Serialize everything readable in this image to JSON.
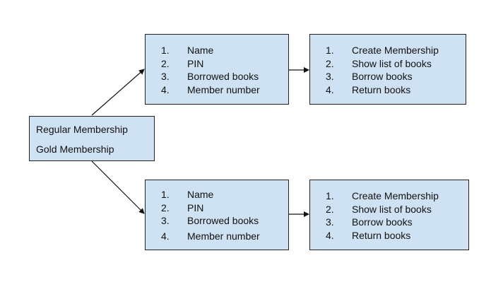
{
  "membership_box": {
    "items": [
      "Regular Membership",
      "Gold Membership"
    ]
  },
  "top_fields_box": {
    "items": [
      {
        "num": "1.",
        "label": "Name"
      },
      {
        "num": "2.",
        "label": "PIN"
      },
      {
        "num": "3.",
        "label": "Borrowed books"
      },
      {
        "num": "4.",
        "label": "Member number"
      }
    ]
  },
  "top_actions_box": {
    "items": [
      {
        "num": "1.",
        "label": "Create Membership"
      },
      {
        "num": "2.",
        "label": "Show list of books"
      },
      {
        "num": "3.",
        "label": "Borrow books"
      },
      {
        "num": "4.",
        "label": "Return books"
      }
    ]
  },
  "bottom_fields_box": {
    "items": [
      {
        "num": "1.",
        "label": "Name"
      },
      {
        "num": "2.",
        "label": "PIN"
      },
      {
        "num": "3.",
        "label": "Borrowed books"
      },
      {
        "num": "4.",
        "label": "Member number"
      }
    ]
  },
  "bottom_actions_box": {
    "items": [
      {
        "num": "1.",
        "label": "Create Membership"
      },
      {
        "num": "2.",
        "label": "Show list of books"
      },
      {
        "num": "3.",
        "label": "Borrow books"
      },
      {
        "num": "4.",
        "label": "Return books"
      }
    ]
  },
  "colors": {
    "box_fill": "#cfe2f3",
    "box_border": "#222222",
    "line": "#111111"
  }
}
